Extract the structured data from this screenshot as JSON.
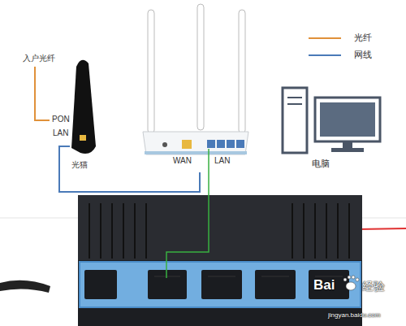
{
  "diagram": {
    "nodes": [
      {
        "text": [
          "光猫"
        ]
      },
      {
        "text": [
          "WAN",
          "LAN"
        ]
      },
      {
        "text": [
          "电脑"
        ]
      }
    ],
    "edges": [
      {
        "from": 0,
        "to": 1,
        "arrow": "none"
      }
    ],
    "labels": [
      "入户光纤",
      "PON",
      "LAN",
      "Bai",
      "经验",
      "jingyan.baidu.com"
    ],
    "legend": [
      {
        "text": "光纤"
      },
      {
        "text": "网线"
      }
    ]
  }
}
